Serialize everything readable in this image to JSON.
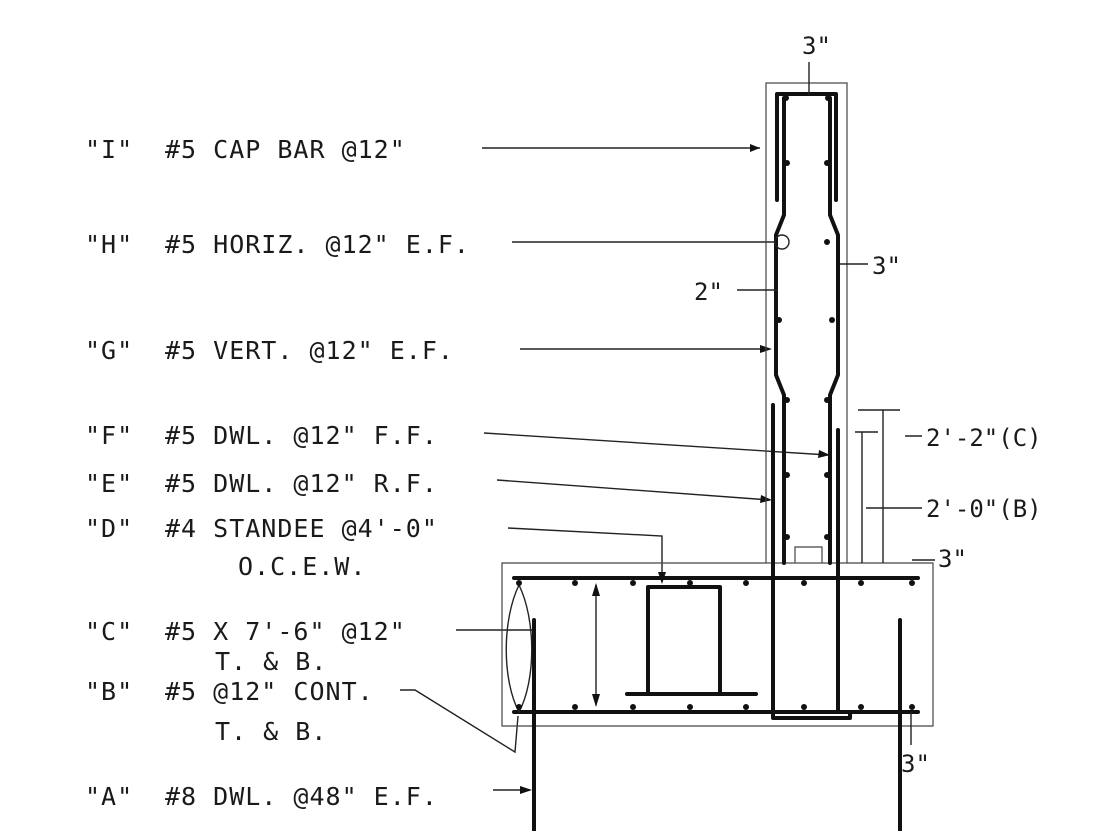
{
  "callouts": [
    {
      "mark": "\"I\"",
      "text": "#5 CAP BAR @12\""
    },
    {
      "mark": "\"H\"",
      "text": "#5 HORIZ. @12\" E.F."
    },
    {
      "mark": "\"G\"",
      "text": "#5 VERT. @12\" E.F."
    },
    {
      "mark": "\"F\"",
      "text": "#5 DWL. @12\" F.F."
    },
    {
      "mark": "\"E\"",
      "text": "#5 DWL. @12\" R.F."
    },
    {
      "mark": "\"D\"",
      "text": "#4 STANDEE @4'-0\"",
      "text2": "O.C.E.W."
    },
    {
      "mark": "\"C\"",
      "text": "#5 X 7'-6\" @12\"",
      "text2": "T. & B."
    },
    {
      "mark": "\"B\"",
      "text": "#5 @12\" CONT.",
      "text2": "T. & B."
    },
    {
      "mark": "\"A\"",
      "text": "#8 DWL. @48\" E.F."
    }
  ],
  "dimensions": {
    "top_cover": "3\"",
    "wall_cover_right": "3\"",
    "wall_cover_left": "2\"",
    "lap_c": "2'-2\"(C)",
    "lap_b": "2'-0\"(B)",
    "footing_top_cover": "3\"",
    "footing_bottom_cover": "3\""
  }
}
